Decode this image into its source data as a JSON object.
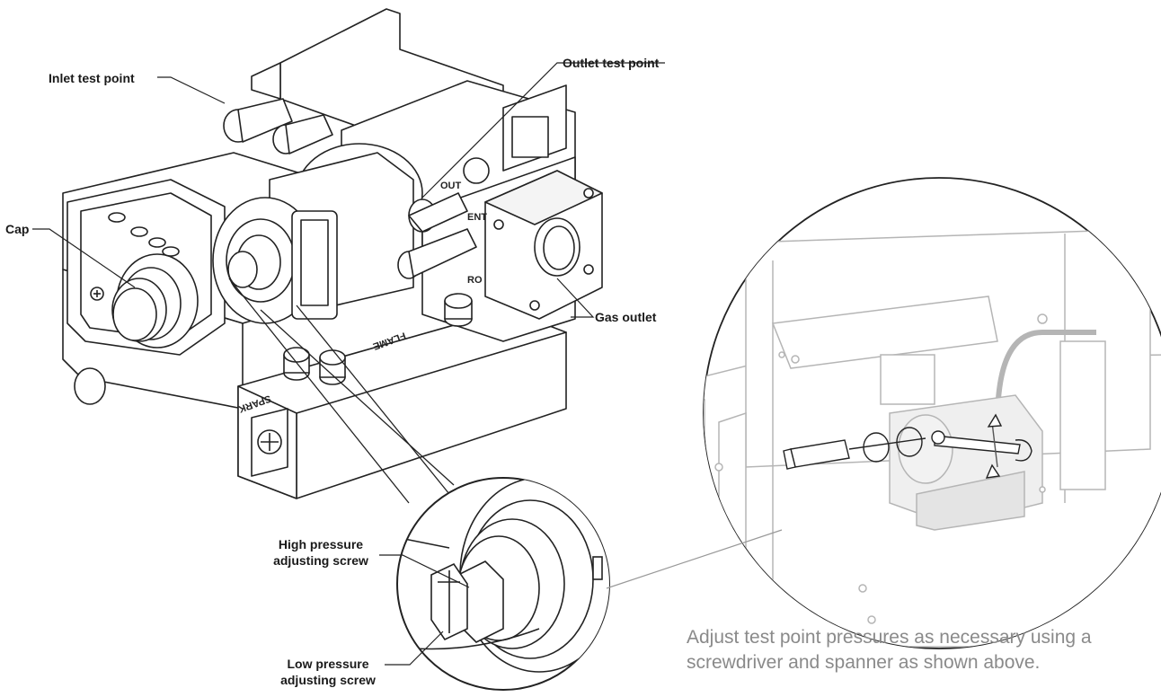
{
  "labels": {
    "inlet_test_point": "Inlet test point",
    "outlet_test_point": "Outlet test point",
    "cap": "Cap",
    "gas_outlet": "Gas outlet",
    "high_pressure_line1": "High pressure",
    "high_pressure_line2": "adjusting screw",
    "low_pressure_line1": "Low pressure",
    "low_pressure_line2": "adjusting screw"
  },
  "embossed_text": {
    "spark": "SPARK",
    "flame": "FLAME",
    "out": "OUT",
    "ent": "ENT",
    "ro": "RO"
  },
  "caption": "Adjust test point pressures as necessary using a screwdriver and spanner as shown above.",
  "colors": {
    "line_art": "#222222",
    "inset_line_art": "#b5b5b5",
    "caption_text": "#8a8a8a"
  }
}
